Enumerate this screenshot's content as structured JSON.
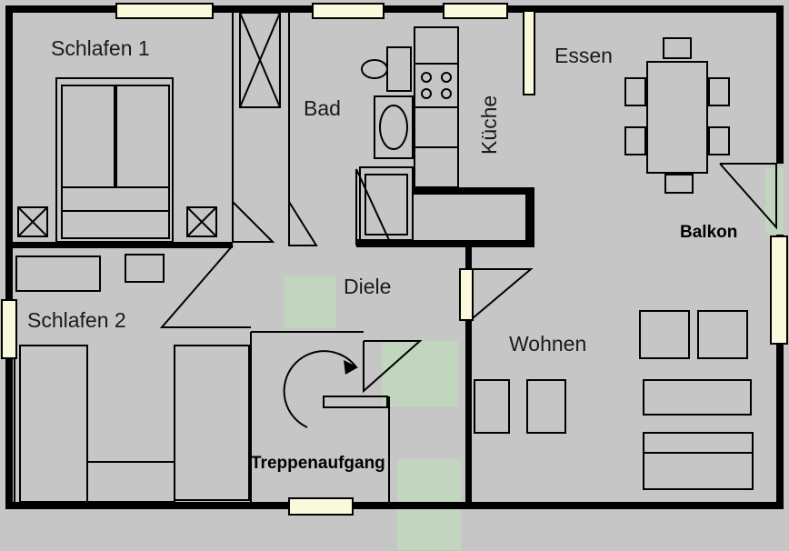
{
  "rooms": {
    "schlafen1": "Schlafen 1",
    "bad": "Bad",
    "kueche": "Küche",
    "essen": "Essen",
    "balkon": "Balkon",
    "schlafen2": "Schlafen 2",
    "diele": "Diele",
    "wohnen": "Wohnen",
    "treppenaufgang": "Treppenaufgang"
  },
  "colors": {
    "background": "#c6c6c6",
    "floor": "#c6c6c6",
    "wall": "#000000",
    "window": "#fbf9dc",
    "tint": "#c2d6bf"
  }
}
